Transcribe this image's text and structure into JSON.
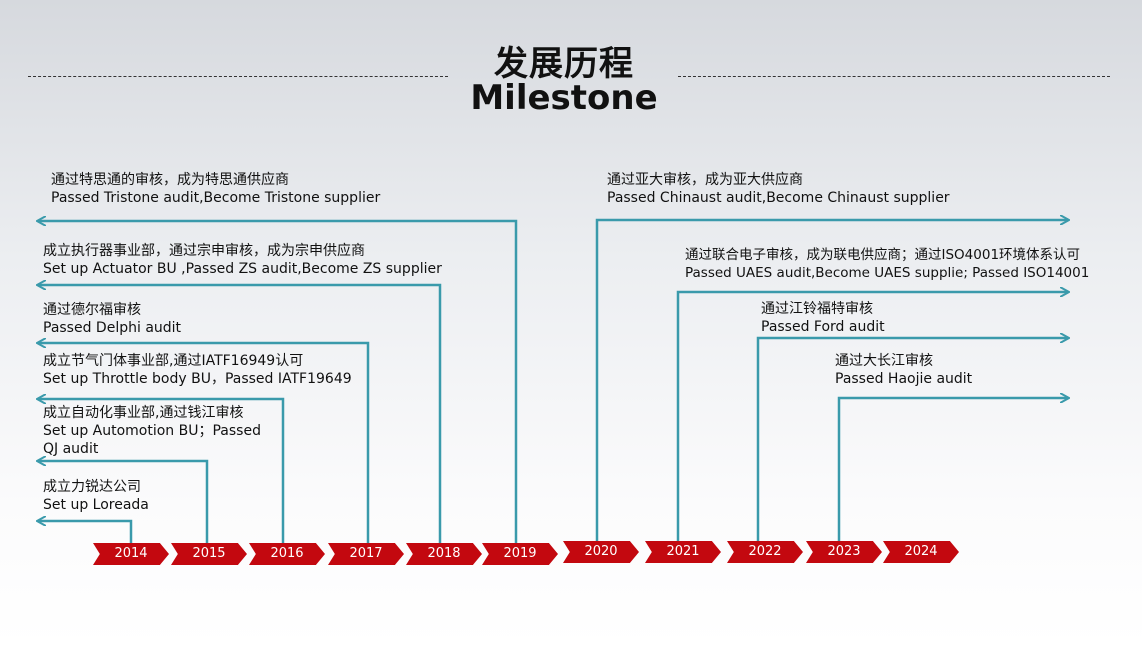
{
  "title": {
    "cn": "发展历程",
    "en": "Milestone"
  },
  "colors": {
    "line": "#3a9aab",
    "year_bg": "#c3080f"
  },
  "years": [
    "2014",
    "2015",
    "2016",
    "2017",
    "2018",
    "2019",
    "2020",
    "2021",
    "2022",
    "2023",
    "2024"
  ],
  "left_events": [
    {
      "year": "2019",
      "cn": "通过特思通的审核，成为特思通供应商",
      "en": "Passed Tristone audit,Become Tristone supplier"
    },
    {
      "year": "2018",
      "cn": "成立执行器事业部，通过宗申审核，成为宗申供应商",
      "en": "Set up Actuator BU ,Passed ZS audit,Become ZS supplier"
    },
    {
      "year": "2017",
      "cn": "通过德尔福审核",
      "en": "Passed Delphi audit"
    },
    {
      "year": "2016",
      "cn": "成立节气门体事业部,通过IATF16949认可",
      "en": "Set up Throttle body BU，Passed IATF19649"
    },
    {
      "year": "2015",
      "cn": "成立自动化事业部,通过钱江审核",
      "en": "Set up Automotion BU；Passed",
      "en2": "QJ audit"
    },
    {
      "year": "2014",
      "cn": "成立力锐达公司",
      "en": "Set up Loreada"
    }
  ],
  "right_events": [
    {
      "year": "2020",
      "cn": "通过亚大审核，成为亚大供应商",
      "en": "Passed Chinaust audit,Become Chinaust supplier"
    },
    {
      "year": "2021",
      "cn": "通过联合电子审核，成为联电供应商；通过ISO4001环境体系认可",
      "en": "Passed UAES audit,Become UAES supplie; Passed ISO14001"
    },
    {
      "year": "2022",
      "cn": "通过江铃福特审核",
      "en": "Passed Ford audit"
    },
    {
      "year": "2023",
      "cn": "通过大长江审核",
      "en": "Passed Haojie audit"
    }
  ]
}
